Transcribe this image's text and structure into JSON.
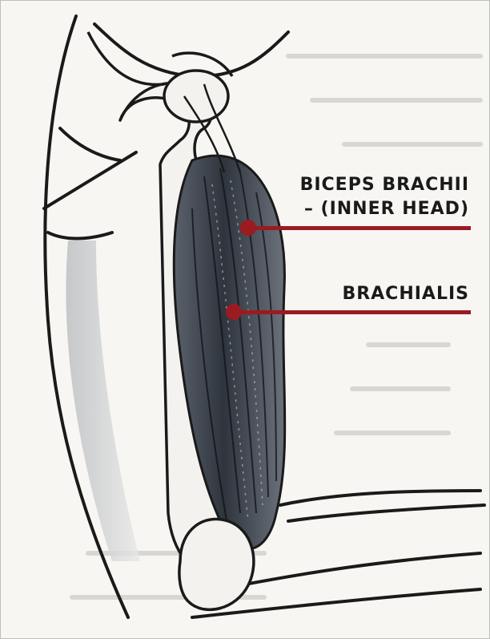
{
  "labels": {
    "biceps_line1": "BICEPS BRACHII",
    "biceps_line2": "– (INNER HEAD)",
    "brachialis": "BRACHIALIS"
  },
  "colors": {
    "leader": "#9b1b20",
    "muscle": "#3a4048",
    "ink": "#1a1a1a",
    "paper": "#f7f6f3"
  }
}
